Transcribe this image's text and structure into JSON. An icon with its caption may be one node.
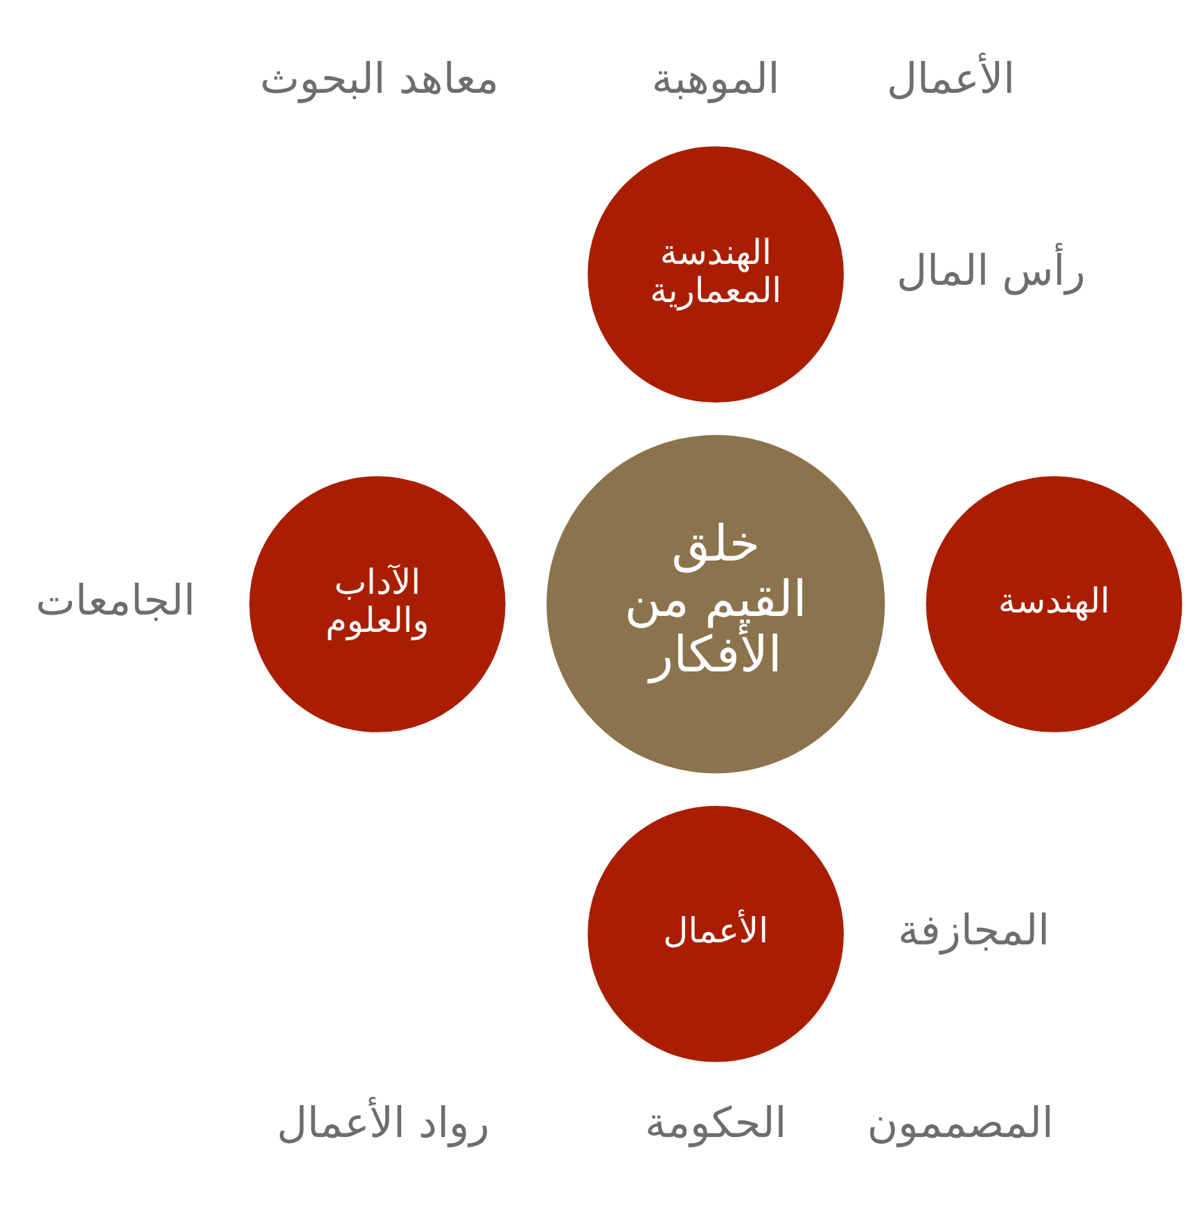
{
  "diagram": {
    "nodes": [
      {
        "text": [
          "الهندسة المعمارية"
        ]
      },
      {
        "text": [
          "الآداب والعلوم"
        ]
      },
      {
        "text": [
          "خلق القيم من الأفكار"
        ]
      },
      {
        "text": [
          "الهندسة"
        ]
      },
      {
        "text": [
          "الأعمال"
        ]
      }
    ],
    "edges": [],
    "labels": [
      "الموهبة",
      "الأعمال",
      "رأس المال",
      "المجازفة",
      "المصممون",
      "الحكومة",
      "رواد الأعمال",
      "الجامعات",
      "معاهد البحوث"
    ]
  }
}
